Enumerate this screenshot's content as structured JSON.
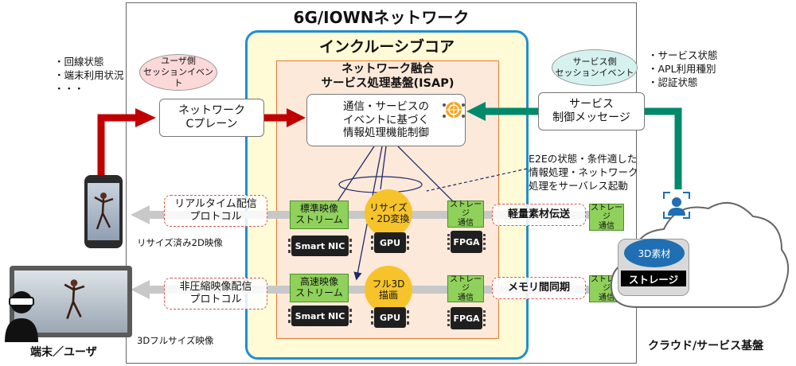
{
  "title": "6G/IOWNネットワーク",
  "core": {
    "title": "インクルーシブコア"
  },
  "isap": {
    "title_line1": "ネットワーク融合",
    "title_line2": "サービス処理基盤(ISAP)"
  },
  "event_process": {
    "line1": "通信・サービスの",
    "line2": "イベントに基づく",
    "line3": "情報処理機能制御"
  },
  "network_cplane": {
    "line1": "ネットワーク",
    "line2": "Cプレーン"
  },
  "service_ctrl": {
    "line1": "サービス",
    "line2": "制御メッセージ"
  },
  "user_event": {
    "line1": "ユーザ側",
    "line2": "セッションイベント"
  },
  "service_event": {
    "line1": "サービス側",
    "line2": "セッションイベント"
  },
  "left_list": [
    "・回線状態",
    "・端末利用状況",
    "・・・"
  ],
  "right_list": [
    "・サービス状態",
    "・APL利用種別",
    "・認証状態"
  ],
  "e2e_note": {
    "line1": "E2Eの状態・条件適した",
    "line2": "情報処理・ネットワーク",
    "line3": "処理をサーバレス起動"
  },
  "row1": {
    "stream": {
      "line1": "標準映像",
      "line2": "ストリーム"
    },
    "nic": "Smart NIC",
    "circle": {
      "line1": "リサイズ",
      "line2": "・2D変換"
    },
    "gpu": "GPU",
    "storage_comm": {
      "line1": "ストレージ",
      "line2": "通信"
    },
    "fpga": "FPGA",
    "protocol": {
      "line1": "リアルタイム配信",
      "line2": "プロトコル"
    },
    "transfer": "軽量素材伝送",
    "cloud_comm": {
      "line1": "ストレージ",
      "line2": "通信"
    },
    "output_label": "リサイズ済み2D映像"
  },
  "row2": {
    "stream": {
      "line1": "高速映像",
      "line2": "ストリーム"
    },
    "nic": "Smart NIC",
    "circle": {
      "line1": "フル3D",
      "line2": "描画"
    },
    "gpu": "GPU",
    "storage_comm": {
      "line1": "ストレージ",
      "line2": "通信"
    },
    "fpga": "FPGA",
    "protocol": {
      "line1": "非圧縮映像配信",
      "line2": "プロトコル"
    },
    "transfer": "メモリ間同期",
    "cloud_comm": {
      "line1": "ストレージ",
      "line2": "通信"
    },
    "output_label": "3Dフルサイズ映像"
  },
  "cloud": {
    "material": "3D素材",
    "storage": "ストレージ",
    "label": "クラウド/サービス基盤"
  },
  "terminal_label": "端末／ユーザ",
  "colors": {
    "red": "#c00000",
    "teal": "#00896b",
    "core_border": "#1f8fd0",
    "core_fill": "#fffbd6",
    "isap_fill": "#fde9d9",
    "isap_border": "#e87a3a",
    "navy": "#1f2a6b"
  }
}
